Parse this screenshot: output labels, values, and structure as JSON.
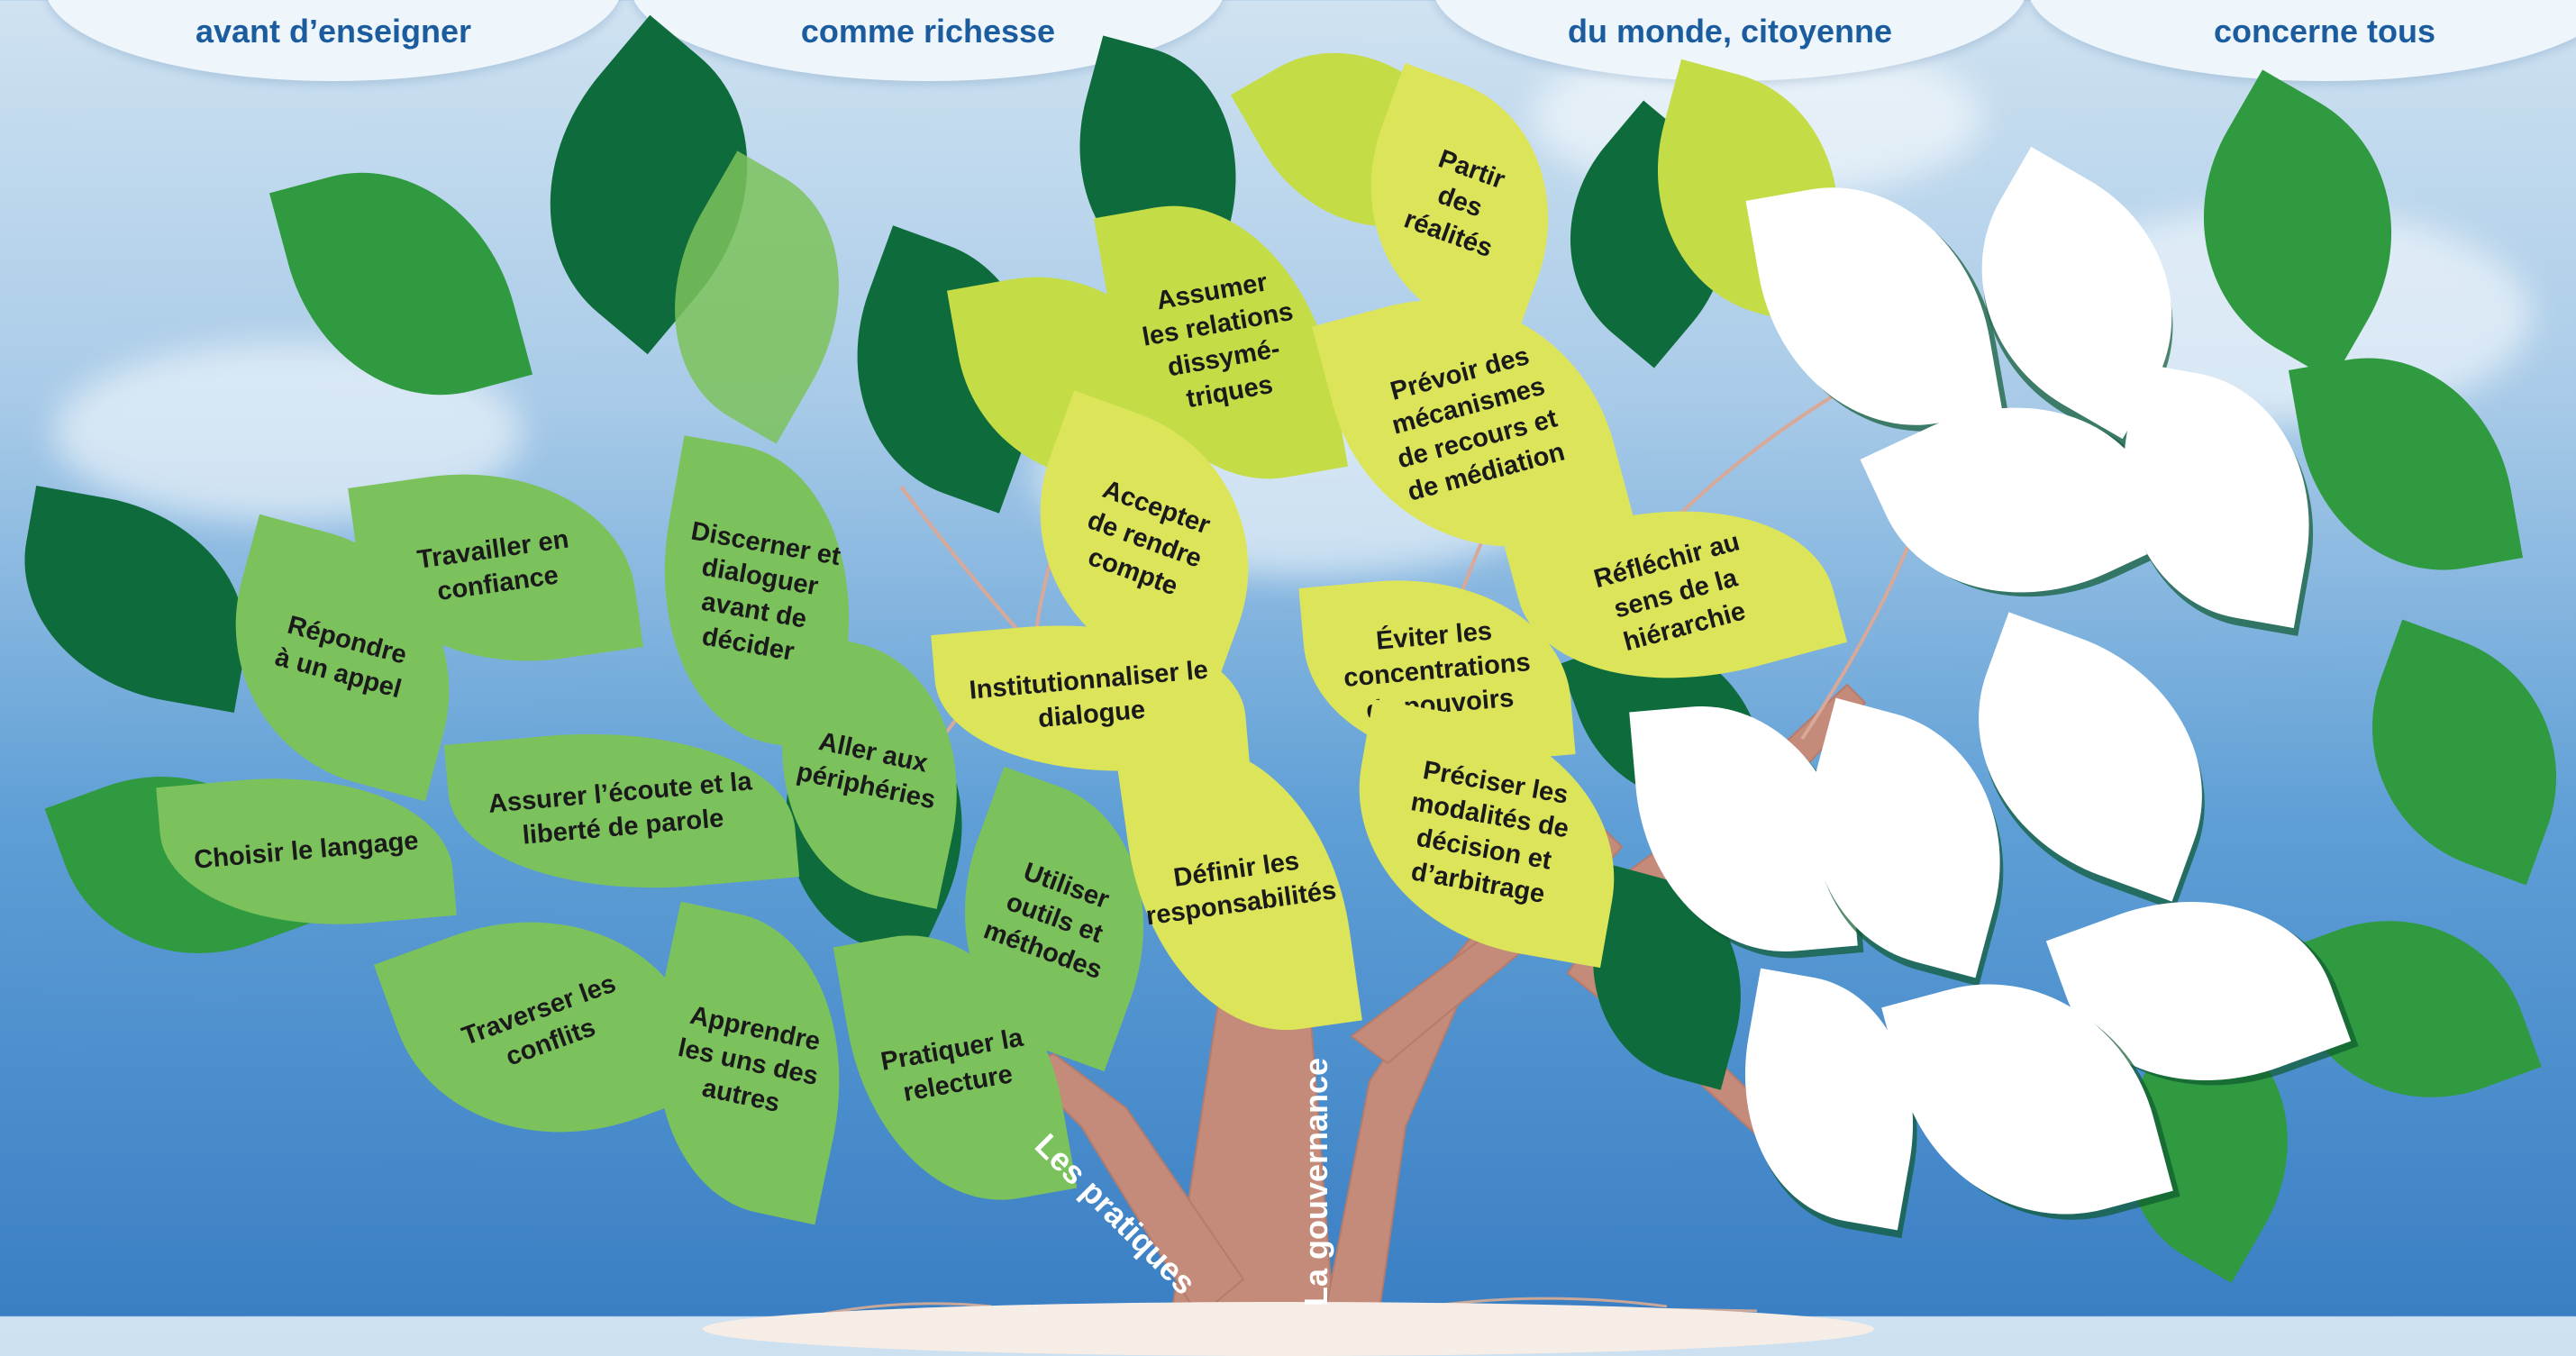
{
  "header_bubbles": [
    {
      "text": "avant d’enseigner"
    },
    {
      "text": "comme richesse"
    },
    {
      "text": "du monde, citoyenne"
    },
    {
      "text": "concerne tous"
    }
  ],
  "branches": {
    "pratiques": "Les pratiques",
    "gouvernance": "La gouvernance"
  },
  "leaves": {
    "pratiques": [
      "Travailler en confiance",
      "Discerner et dialoguer avant de décider",
      "Répondre à un appel",
      "Assurer l’écoute et la liberté de parole",
      "Aller aux périphéries",
      "Choisir le langage",
      "Utiliser outils et méthodes",
      "Traverser les conflits",
      "Apprendre les uns des autres",
      "Pratiquer la relecture"
    ],
    "gouvernance": [
      "Partir des réalités",
      "Assumer les relations dissymé-triques",
      "Prévoir des mécanismes de recours et de médiation",
      "Accepter de rendre compte",
      "Réfléchir au sens de la hiérarchie",
      "Éviter les concentrations de pouvoirs",
      "Institutionnaliser le dialogue",
      "Préciser les modalités de décision et d’arbitrage",
      "Définir les responsabilités"
    ]
  },
  "colors": {
    "dark_green": "#0e6b3c",
    "medium_green": "#2f9a3f",
    "grass_green": "#7cc25c",
    "lime": "#c4dc46",
    "yellow_green": "#dce55a",
    "trunk": "#c48a7a",
    "header_text": "#1b5c9e"
  }
}
